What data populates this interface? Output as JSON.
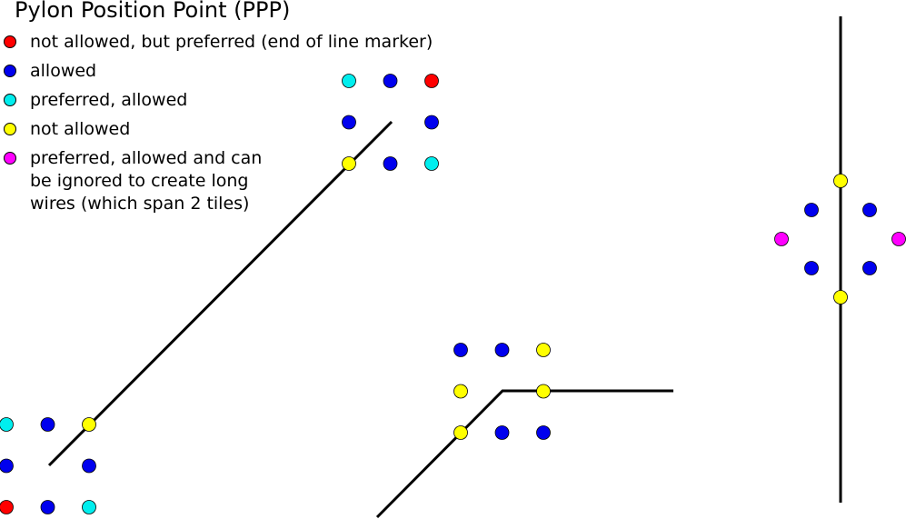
{
  "title": "Pylon Position Point (PPP)",
  "colors": {
    "red": "#ff0000",
    "blue": "#0000ee",
    "cyan": "#00eeee",
    "yellow": "#ffff00",
    "magenta": "#ff00ff",
    "line": "#000000"
  },
  "legend": [
    {
      "color": "red",
      "label": "not allowed, but preferred (end of line marker)"
    },
    {
      "color": "blue",
      "label": "allowed"
    },
    {
      "color": "cyan",
      "label": "preferred, allowed"
    },
    {
      "color": "yellow",
      "label": "not allowed"
    },
    {
      "color": "magenta",
      "label": "preferred, allowed and can be ignored to create long wires (which span 2 tiles)"
    }
  ],
  "tiles": [
    {
      "name": "tile-diagonal-top",
      "grid": [
        [
          "cyan",
          "blue",
          "red"
        ],
        [
          "blue",
          null,
          "blue"
        ],
        [
          "yellow",
          "blue",
          "cyan"
        ]
      ]
    },
    {
      "name": "tile-diagonal-bottom",
      "grid": [
        [
          "cyan",
          "blue",
          "yellow"
        ],
        [
          "blue",
          null,
          "blue"
        ],
        [
          "red",
          "blue",
          "cyan"
        ]
      ]
    },
    {
      "name": "tile-bend",
      "grid": [
        [
          "blue",
          "blue",
          "yellow"
        ],
        [
          "yellow",
          null,
          "yellow"
        ],
        [
          "yellow",
          "blue",
          "blue"
        ]
      ]
    },
    {
      "name": "tile-vertical",
      "diamond": [
        "yellow",
        "blue",
        "blue",
        "magenta",
        "magenta",
        "blue",
        "blue",
        "yellow"
      ]
    }
  ]
}
